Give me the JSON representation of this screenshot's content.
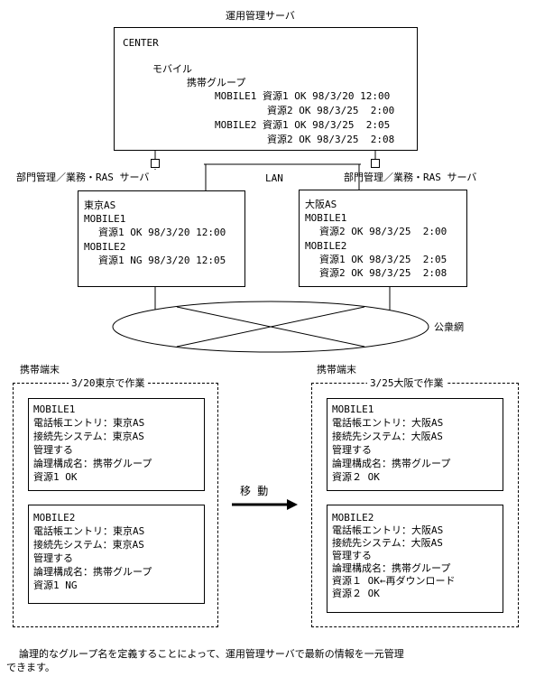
{
  "center_server": {
    "title": "運用管理サーバ",
    "root": "CENTER",
    "l1": "モバイル",
    "l2": "携帯グループ",
    "m1_line1": "MOBILE1 資源1 OK 98/3/20 12:00",
    "m1_line2": "資源2 OK 98/3/25  2:00",
    "m2_line1": "MOBILE2 資源1 OK 98/3/25  2:05",
    "m2_line2": "資源2 OK 98/3/25  2:08"
  },
  "network": {
    "lan": "LAN",
    "public": "公衆網",
    "dept_left": "部門管理／業務・RAS サーバ",
    "dept_right": "部門管理／業務・RAS サーバ"
  },
  "tokyo_server": {
    "name": "東京AS",
    "m1": "MOBILE1",
    "m1_r1": "資源1 OK 98/3/20 12:00",
    "m2": "MOBILE2",
    "m2_r1": "資源1 NG 98/3/20 12:05"
  },
  "osaka_server": {
    "name": "大阪AS",
    "m1": "MOBILE1",
    "m1_r2": "資源2 OK 98/3/25  2:00",
    "m2": "MOBILE2",
    "m2_r1": "資源1 OK 98/3/25  2:05",
    "m2_r2": "資源2 OK 98/3/25  2:08"
  },
  "terminal_left": {
    "heading": "携帯端末",
    "caption": "3/20東京で作業",
    "card1": [
      "MOBILE1",
      "電話帳エントリ：東京AS",
      "接続先システム：東京AS",
      "管理する",
      "論理構成名：携帯グループ",
      "資源1 OK"
    ],
    "card2": [
      "MOBILE2",
      "電話帳エントリ：東京AS",
      "接続先システム：東京AS",
      "管理する",
      "論理構成名：携帯グループ",
      "資源1 NG"
    ]
  },
  "terminal_right": {
    "heading": "携帯端末",
    "caption": "3/25大阪で作業",
    "card1": [
      "MOBILE1",
      "電話帳エントリ：大阪AS",
      "接続先システム：大阪AS",
      "管理する",
      "論理構成名：携帯グループ",
      "資源２ OK"
    ],
    "card2": [
      "MOBILE2",
      "電話帳エントリ：大阪AS",
      "接続先システム：大阪AS",
      "管理する",
      "論理構成名：携帯グループ",
      "資源１ OK←再ダウンロード",
      "資源２ OK"
    ]
  },
  "move_label": "移 動",
  "footer": {
    "line1": "論理的なグループ名を定義することによって、運用管理サーバで最新の情報を一元管理",
    "line2": "できます。"
  }
}
